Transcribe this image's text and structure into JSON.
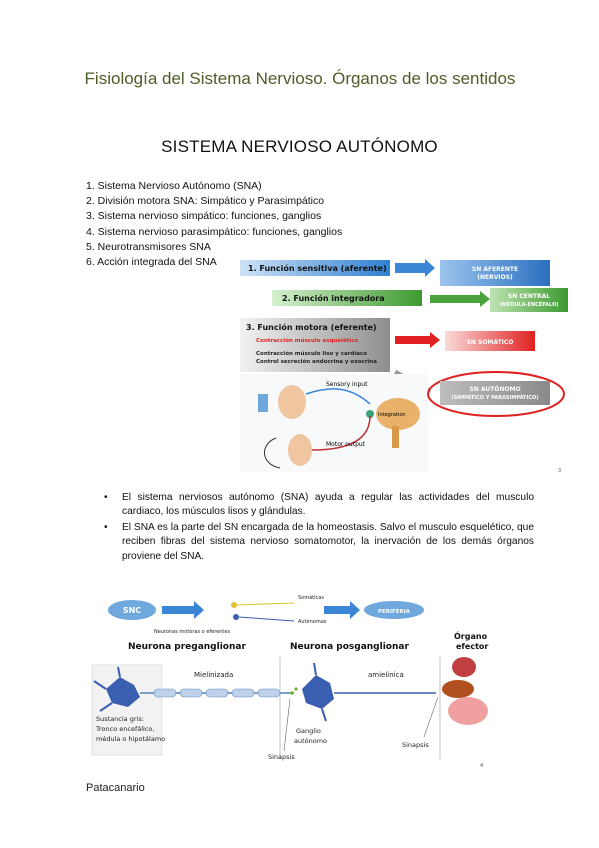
{
  "document": {
    "title": "Fisiología del Sistema Nervioso. Órganos de los sentidos",
    "section_heading": "SISTEMA NERVIOSO AUTÓNOMO",
    "toc": [
      "1. Sistema Nervioso Autónomo (SNA)",
      "2. División motora SNA: Simpático y Parasimpático",
      "3. Sistema nervioso simpático: funciones, ganglios",
      "4. Sistema nervioso parasimpático: funciones, ganglios",
      "5. Neurotransmisores SNA",
      "6. Acción integrada del SNA"
    ],
    "bullets": [
      "El sistema nerviosos autónomo (SNA) ayuda a regular las actividades del musculo cardiaco, los músculos lisos y glándulas.",
      "El SNA es la parte del SN encargada de la homeostasis. Salvo el musculo esquelético, que reciben fibras del sistema nervioso somatomotor, la inervación de los demás órganos proviene del SNA."
    ],
    "footer": "Patacanario"
  },
  "figure1": {
    "f1": "1. Función sensitiva (aferente)",
    "f2": "2. Función integradora",
    "f3": "3. Función motora (eferente)",
    "f3_sub1": "Contracción músculo esquelético",
    "f3_sub2": "Contracción músculo liso y cardíaco",
    "f3_sub3": "Control secreción endocrina y exocrina",
    "afferent": [
      "SN AFERENTE",
      "(NERVIOS)"
    ],
    "central": [
      "SN CENTRAL",
      "(MÉDULA-ENCÉFALO)"
    ],
    "somatic": "SN SOMÁTICO",
    "autonomic": [
      "SN AUTÓNOMO",
      "(SIMPÁTICO Y PARASIMPÁTICO)"
    ],
    "sensory_input": "Sensory input",
    "integration": "Integration",
    "motor_output": "Motor output",
    "page": "3",
    "colors": {
      "blue": "#3a86d4",
      "green": "#4aa23a",
      "red": "#e02020",
      "gray": "#9a9a9a"
    }
  },
  "figure2": {
    "snc": "SNC",
    "periferia": "PERIFERIA",
    "somaticas": "Somáticas",
    "autonomas": "Autónomas",
    "motoras": "Neuronas motoras o eferentes",
    "pre": "Neurona preganglionar",
    "post": "Neurona posganglionar",
    "organo": [
      "Órgano",
      "efector"
    ],
    "mielinizada": "Mielinizada",
    "amielinica": "amielinica",
    "sustancia": [
      "Sustancia gris:",
      "Tronco encefálico,",
      "médula o hipotálamo"
    ],
    "ganglio": [
      "Ganglio",
      "autónomo"
    ],
    "sinapsis1": "Sinapsis",
    "sinapsis2": "Sinapsis",
    "page": "4",
    "colors": {
      "neuron": "#3a5fb0",
      "arrow": "#3a86d4"
    }
  }
}
